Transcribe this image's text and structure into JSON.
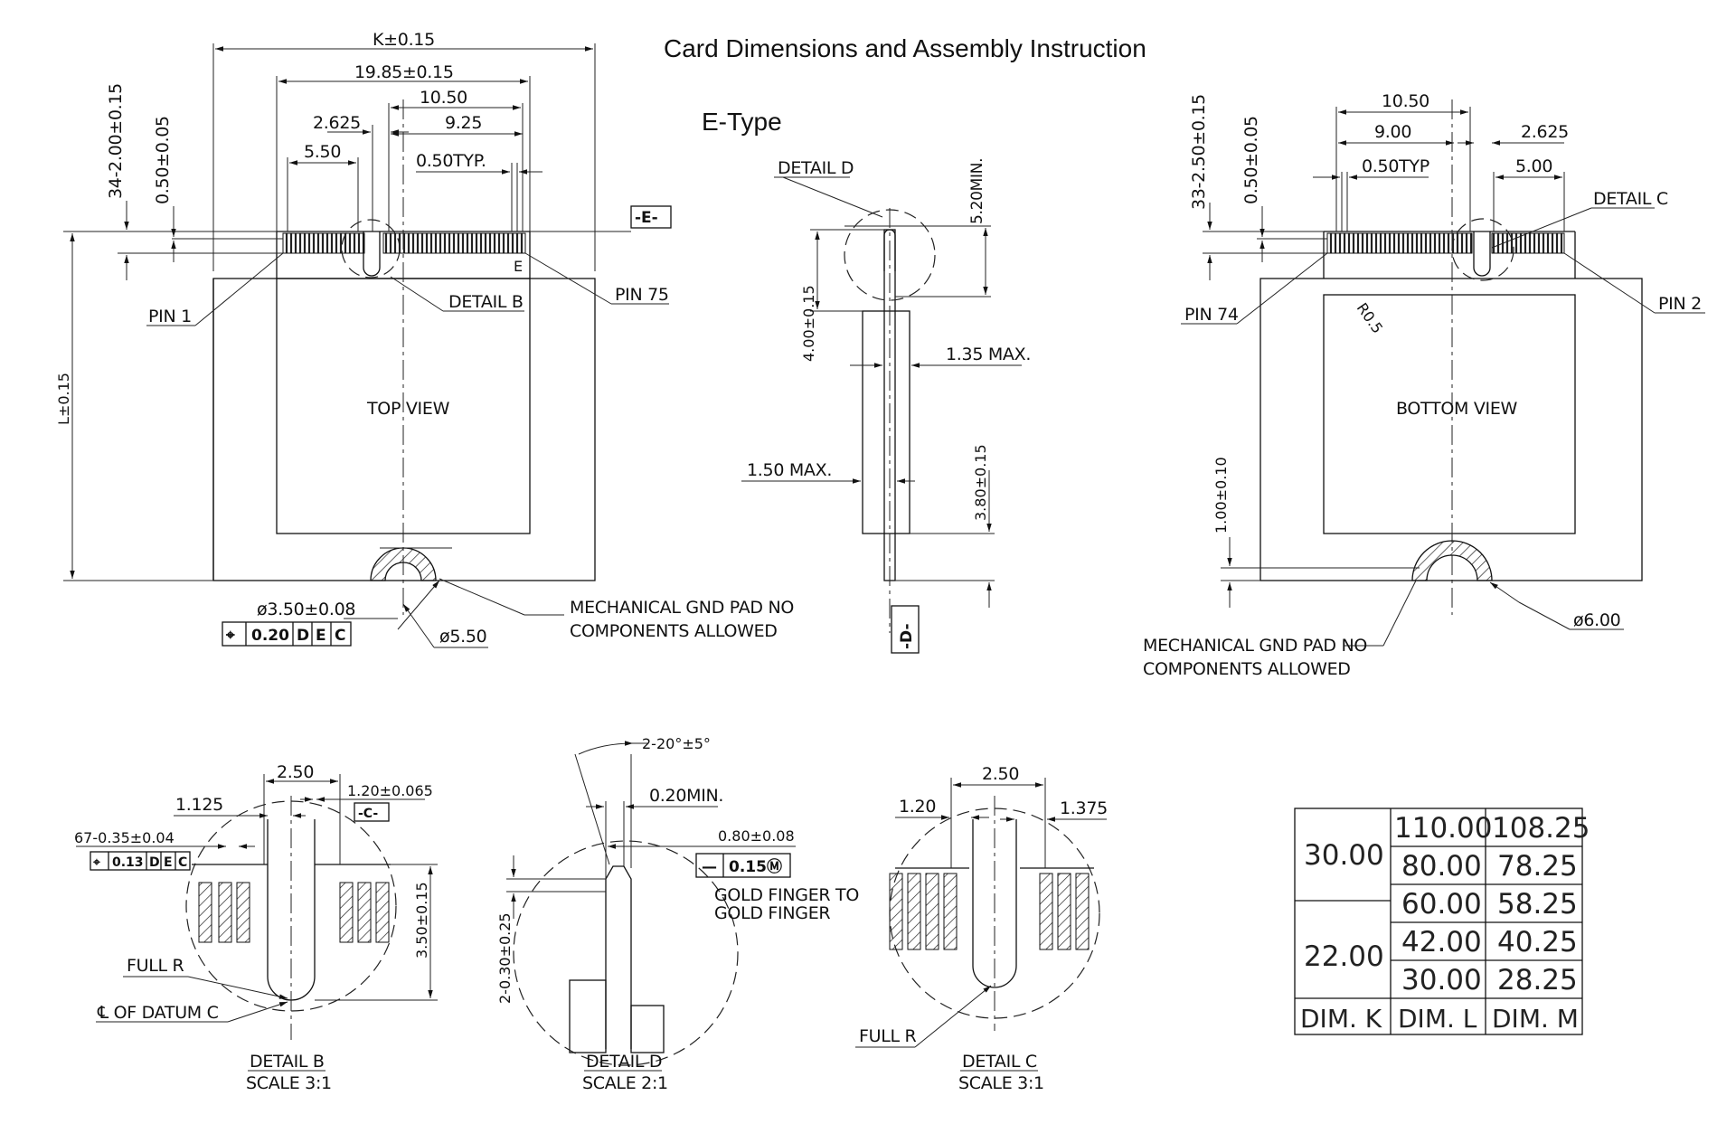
{
  "title": "Card Dimensions and Assembly Instruction",
  "subtitle": "E-Type",
  "top_view": {
    "label": "TOP VIEW",
    "dims": {
      "k": "K±0.15",
      "d1985": "19.85±0.15",
      "d1050": "10.50",
      "d2625": "2.625",
      "d925": "9.25",
      "d550": "5.50",
      "typ": "0.50TYP.",
      "v34": "34-2.00±0.15",
      "v050": "0.50±0.05",
      "l": "L±0.15"
    },
    "datum_e": "-E-",
    "pin1": "PIN 1",
    "pin75": "PIN 75",
    "pin_mark": "E",
    "detail_b": "DETAIL B",
    "hole": "ø3.50±0.08",
    "pad": "ø5.50",
    "fcf": {
      "symbol": "⌖",
      "tol": "0.20",
      "d1": "D",
      "d2": "E",
      "d3": "C"
    },
    "gnd_note_1": "MECHANICAL GND PAD NO",
    "gnd_note_2": "COMPONENTS ALLOWED"
  },
  "side_view": {
    "detail_d": "DETAIL D",
    "min520": "5.20MIN.",
    "v400": "4.00±0.15",
    "max135": "1.35 MAX.",
    "max150": "1.50 MAX.",
    "v380": "3.80±0.15",
    "datum_d": "-D-"
  },
  "bottom_view": {
    "label": "BOTTOM VIEW",
    "dims": {
      "d1050": "10.50",
      "d900": "9.00",
      "d2625": "2.625",
      "typ": "0.50TYP",
      "d500": "5.00",
      "v33": "33-2.50±0.15",
      "v050": "0.50±0.05",
      "v100": "1.00±0.10",
      "r05": "R0.5"
    },
    "detail_c": "DETAIL C",
    "pin74": "PIN 74",
    "pin2": "PIN 2",
    "pad": "ø6.00",
    "gnd_note_1": "MECHANICAL GND PAD NO",
    "gnd_note_2": "COMPONENTS ALLOWED"
  },
  "detail_b": {
    "d250": "2.50",
    "d1125": "1.125",
    "d120": "1.20±0.065",
    "datum_c": "-C-",
    "d67": "67-0.35±0.04",
    "fcf": {
      "symbol": "⌖",
      "tol": "0.13",
      "d1": "D",
      "d2": "E",
      "d3": "C"
    },
    "v350": "3.50±0.15",
    "full_r": "FULL R",
    "datum_c_note": "℄ OF DATUM C",
    "name": "DETAIL B",
    "scale": "SCALE 3:1"
  },
  "detail_d": {
    "angle": "2-20°±5°",
    "min020": "0.20MIN.",
    "d080": "0.80±0.08",
    "fcf": {
      "symbol": "—",
      "tol": "0.15Ⓜ"
    },
    "gold_1": "GOLD FINGER TO",
    "gold_2": "GOLD FINGER",
    "v030": "2-0.30±0.25",
    "name": "DETAIL D",
    "scale": "SCALE 2:1"
  },
  "detail_c": {
    "d250": "2.50",
    "d120": "1.20",
    "d1375": "1.375",
    "full_r": "FULL R",
    "name": "DETAIL C",
    "scale": "SCALE 3:1"
  },
  "dim_table": {
    "k_values": [
      "30.00",
      "22.00"
    ],
    "rows": [
      [
        "110.00",
        "108.25"
      ],
      [
        "80.00",
        "78.25"
      ],
      [
        "60.00",
        "58.25"
      ],
      [
        "42.00",
        "40.25"
      ],
      [
        "30.00",
        "28.25"
      ]
    ],
    "headers": [
      "DIM. K",
      "DIM. L",
      "DIM. M"
    ]
  }
}
